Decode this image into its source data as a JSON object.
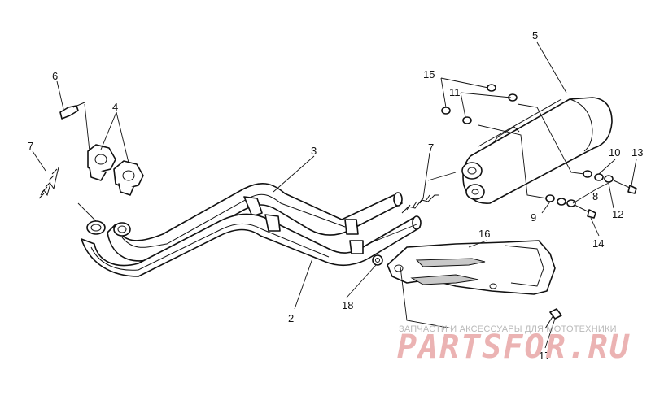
{
  "callouts": {
    "c1": "2",
    "c2": "3",
    "c3": "4",
    "c4": "5",
    "c5": "6",
    "c6": "7",
    "c7": "7",
    "c8": "8",
    "c9": "9",
    "c10": "10",
    "c11": "11",
    "c12": "12",
    "c13": "13",
    "c14": "14",
    "c15": "15",
    "c16": "16",
    "c17": "17",
    "c18": "18"
  },
  "watermark": {
    "tagline": "ЗАПЧАСТИ И АКСЕССУАРЫ ДЛЯ МОТОТЕХНИКИ",
    "brand": "PARTSFOR.RU",
    "color": "#e8a9a9"
  }
}
